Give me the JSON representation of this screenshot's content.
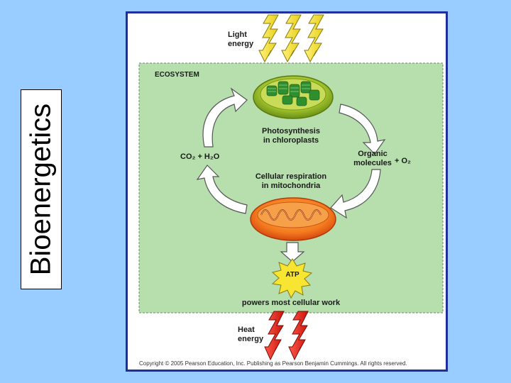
{
  "slide": {
    "side_title": "Bioenergetics"
  },
  "diagram": {
    "light_energy": [
      "Light",
      "energy"
    ],
    "ecosystem": "ECOSYSTEM",
    "photosynthesis": [
      "Photosynthesis",
      "in chloroplasts"
    ],
    "co2_h2o": "CO₂ + H₂O",
    "organic": [
      "Organic",
      "molecules"
    ],
    "o2": "+ O₂",
    "respiration": [
      "Cellular respiration",
      "in mitochondria"
    ],
    "atp": "ATP",
    "powers": "powers most cellular work",
    "heat_energy": [
      "Heat",
      "energy"
    ],
    "copyright": "Copyright © 2005 Pearson Education, Inc. Publishing as Pearson Benjamin Cummings. All rights reserved."
  },
  "colors": {
    "background": "#99ccff",
    "ecosystem_fill": "#b7dfae",
    "light_bolt": "#f7e531",
    "heat_bolt": "#e8241b",
    "cycle_arrow": "#ffffff",
    "frame_border": "#1f2fa0"
  }
}
